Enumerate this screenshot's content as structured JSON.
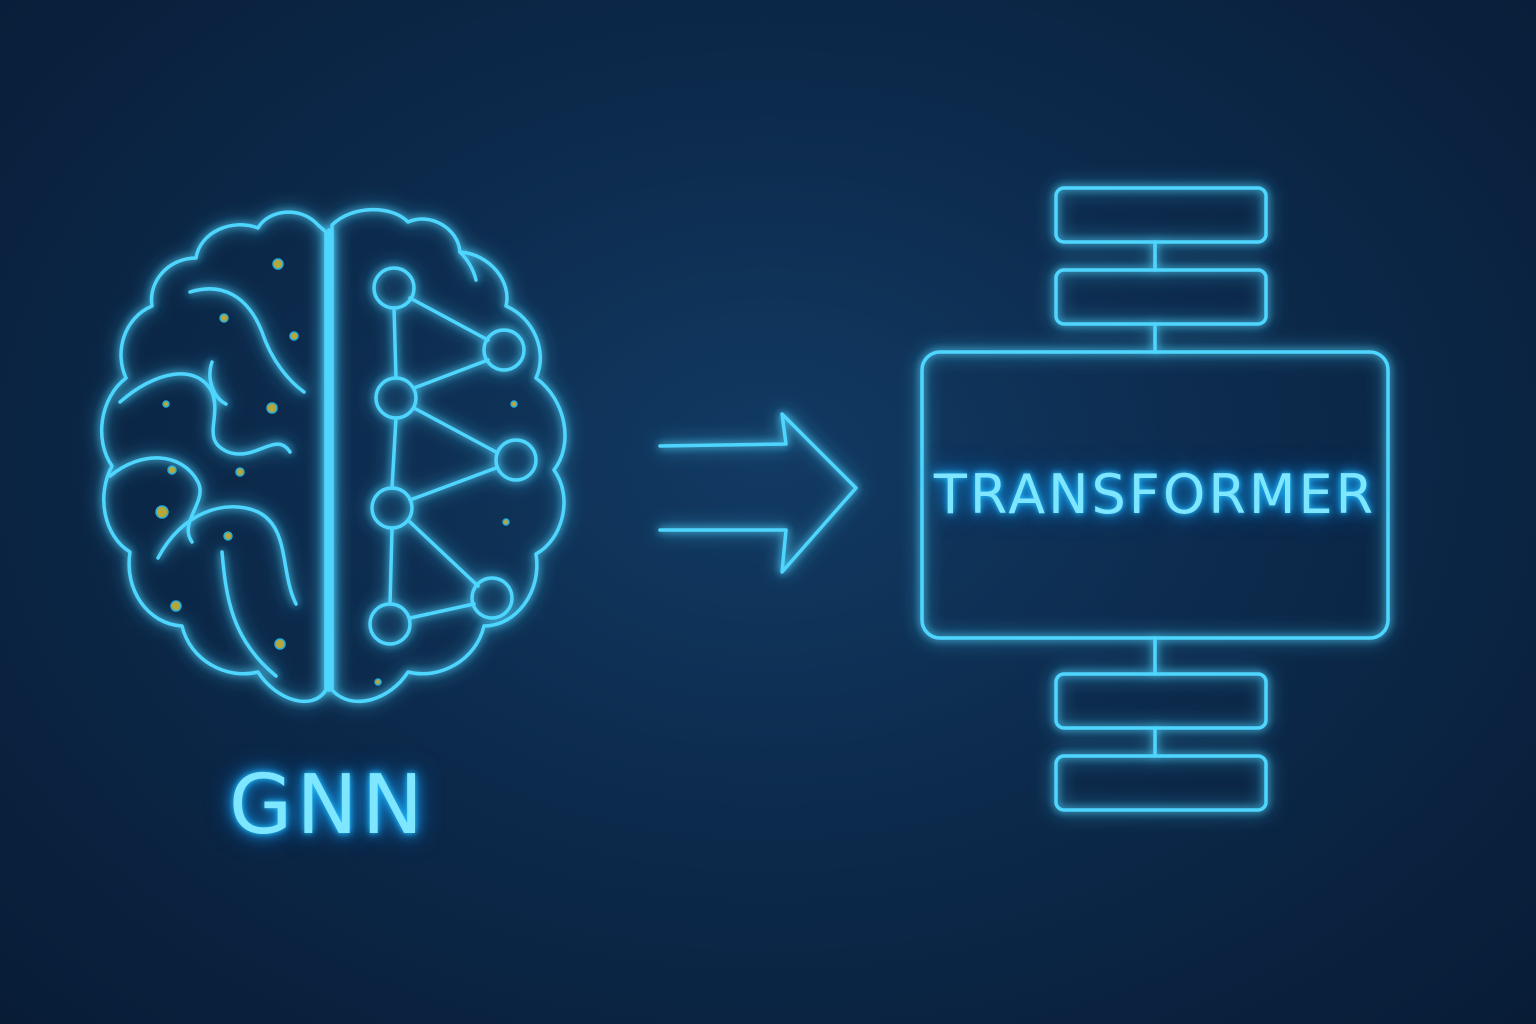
{
  "diagram": {
    "left_label": "GNN",
    "right_label": "TRANSFORMER",
    "left_icon": "brain-with-graph-icon",
    "arrow_icon": "right-arrow-icon",
    "right_block": "transformer-stack",
    "stack_blocks_above": 2,
    "stack_blocks_below": 2
  },
  "colors": {
    "background": "#0b2444",
    "neon": "#4fd6ff",
    "neon_glow": "#1aa8ff",
    "dots": "#c9b53a"
  }
}
